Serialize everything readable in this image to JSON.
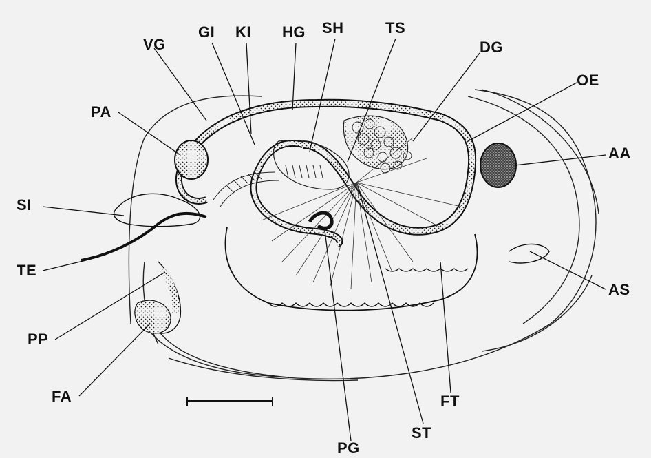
{
  "labels": {
    "gi": "GI",
    "ki": "KI",
    "hg": "HG",
    "sh": "SH",
    "ts": "TS",
    "vg": "VG",
    "dg": "DG",
    "oe": "OE",
    "pa": "PA",
    "aa": "AA",
    "si": "SI",
    "te": "TE",
    "as": "AS",
    "pp": "PP",
    "fa": "FA",
    "ft": "FT",
    "pg": "PG",
    "st": "ST"
  },
  "colors": {
    "ink": "#111111",
    "background": "#f2f2f2"
  }
}
